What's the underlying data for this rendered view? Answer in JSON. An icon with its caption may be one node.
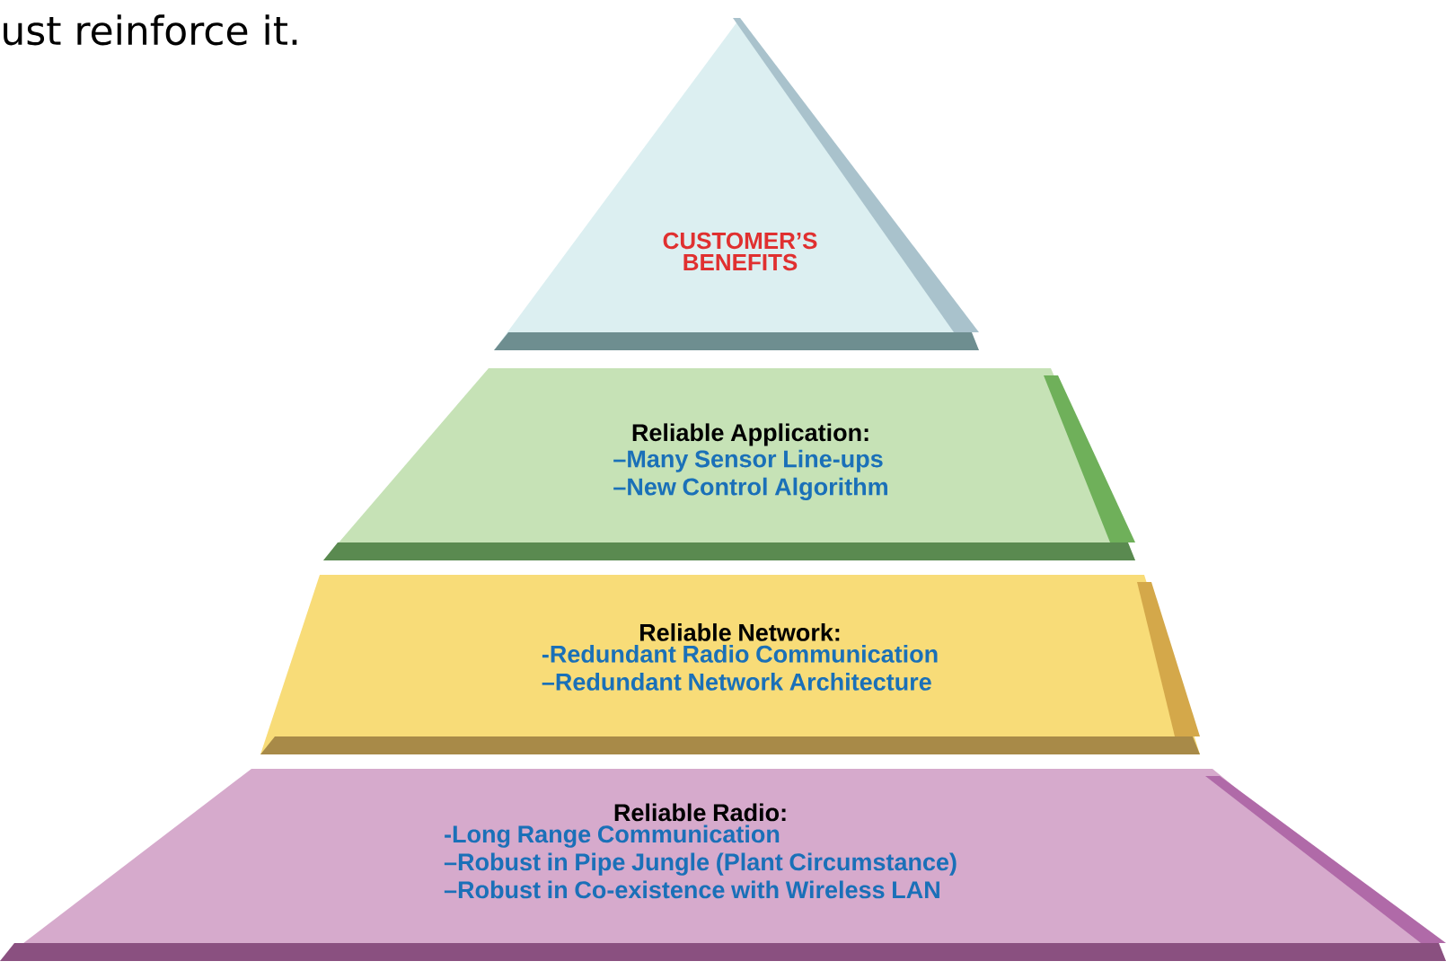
{
  "diagram": {
    "nodes": [
      {
        "text": [
          "CUSTOMER’S BENEFITS"
        ]
      },
      {
        "text": [
          "Reliable Application:",
          "–Many Sensor Line-ups",
          "–New Control Algorithm"
        ]
      },
      {
        "text": [
          "Reliable Network:",
          "-Redundant Radio Communication",
          "–Redundant Network Architecture"
        ]
      },
      {
        "text": [
          "Reliable Radio:",
          "-Long Range Communication",
          "–Robust in Pipe Jungle (Plant Circumstance)",
          "–Robust in Co-existence with Wireless LAN"
        ]
      }
    ],
    "labels": [
      "ust reinforce it."
    ]
  }
}
